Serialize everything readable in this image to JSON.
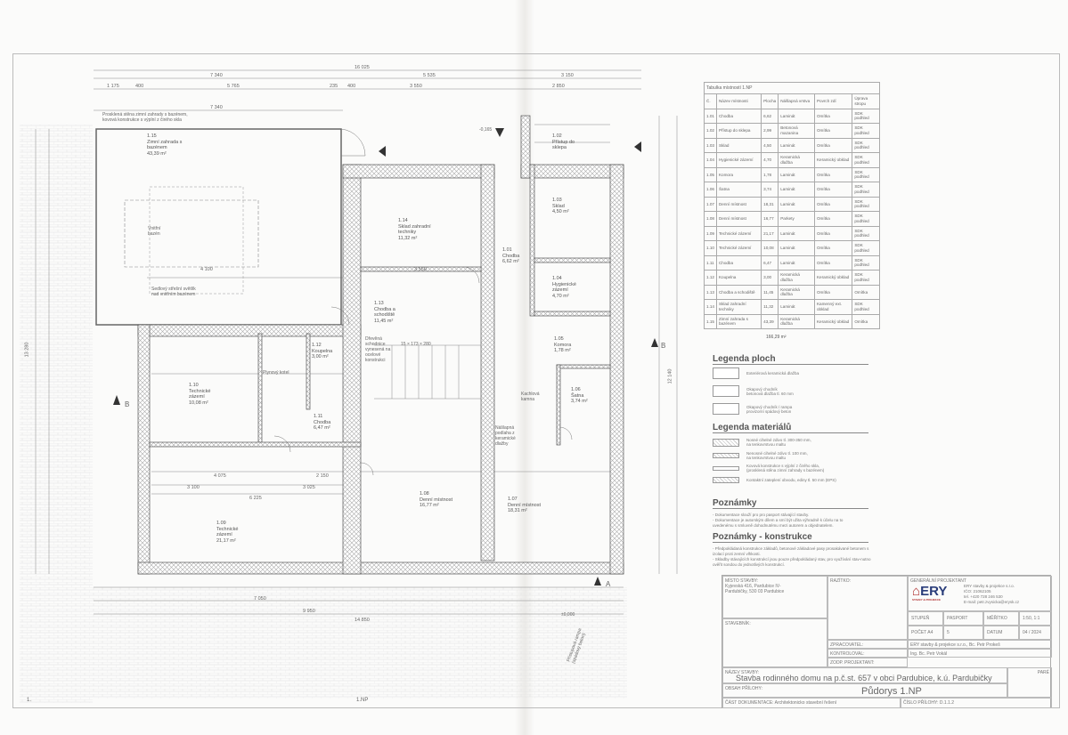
{
  "drawing": {
    "sheet_label": "1.NP",
    "page_marker_left": "1.",
    "section_marker": "B",
    "section_marker_a": "A"
  },
  "dimensions": {
    "overall": "16 025",
    "left": "7 340",
    "mid": "5 535",
    "right": "3 150",
    "a": "1 175",
    "b": "400",
    "c": "5 765",
    "d": "235",
    "e": "400",
    "f": "3 550",
    "g": "2 850",
    "h": "7 340",
    "i": "4 100",
    "j": "3 550",
    "k": "6 225",
    "l": "4 075",
    "m": "2 150",
    "n": "3 100",
    "o": "3 025",
    "p": "9 950",
    "q": "14 850",
    "r": "7 050",
    "s": "13 280",
    "t": "12 140"
  },
  "plan_notes": {
    "glass_wall": "Prosklená stěna zimní zahrady s bazénem,\nkovová konstrukce s výplní z čirého skla",
    "skylight": "Sedlový střešní světlík\nnad vnitřním bazénem",
    "pool": "Vnitřní\nbazén",
    "stairs": "Dřevěná\nschodnice\nvynesená na\nocelové\nkonstrukci",
    "stairs_count": "15 × 173 × 280",
    "boiler": "Plynový kotel",
    "tiles": "Nášlapná\npodlaha z\nkeramické\ndlažby",
    "fireplace": "Kachlová\nkamna",
    "ramp": "Přístupová rampa\n(spádový beton)",
    "lvl1": "±0,000",
    "lvl2": "-0,165"
  },
  "rooms": [
    {
      "no": "1.15",
      "name": "Zimní zahrada s\nbazénem",
      "area": "43,39 m²"
    },
    {
      "no": "1.14",
      "name": "Sklad zahradní\ntechniky",
      "area": "11,32 m²"
    },
    {
      "no": "1.13",
      "name": "Chodba a\nschodiště",
      "area": "11,45 m²"
    },
    {
      "no": "1.01",
      "name": "Chodba",
      "area": "6,62 m²"
    },
    {
      "no": "1.02",
      "name": "Přístup do\nsklepa",
      "area": ""
    },
    {
      "no": "1.03",
      "name": "Sklad",
      "area": "4,50 m²"
    },
    {
      "no": "1.04",
      "name": "Hygienické\nzázemí",
      "area": "4,70 m²"
    },
    {
      "no": "1.05",
      "name": "Komora",
      "area": "1,78 m²"
    },
    {
      "no": "1.06",
      "name": "Šatna",
      "area": "3,74 m²"
    },
    {
      "no": "1.07",
      "name": "Denní místnost",
      "area": "18,31 m²"
    },
    {
      "no": "1.08",
      "name": "Denní místnost",
      "area": "16,77 m²"
    },
    {
      "no": "1.09",
      "name": "Technické\nzázemí",
      "area": "21,17 m²"
    },
    {
      "no": "1.10",
      "name": "Technické\nzázemí",
      "area": "10,08 m²"
    },
    {
      "no": "1.11",
      "name": "Chodba",
      "area": "6,47 m²"
    },
    {
      "no": "1.12",
      "name": "Koupelna",
      "area": "3,00 m²"
    }
  ],
  "room_table": {
    "title": "Tabulka místností 1.NP",
    "headers": [
      "Č.",
      "Název místnosti",
      "Plocha",
      "Nášlapná vrstva",
      "Povrch zdí",
      "Úprava stropu"
    ],
    "rows": [
      [
        "1.01",
        "Chodba",
        "6,62",
        "Laminát",
        "Omítka",
        "SDK podhled"
      ],
      [
        "1.02",
        "Přístup do sklepa",
        "2,99",
        "Betonová mazanina",
        "Omítka",
        "SDK podhled"
      ],
      [
        "1.03",
        "Sklad",
        "4,50",
        "Laminát",
        "Omítka",
        "SDK podhled"
      ],
      [
        "1.04",
        "Hygienické zázemí",
        "4,70",
        "Keramická dlažba",
        "Keramický obklad",
        "SDK podhled"
      ],
      [
        "1.05",
        "Komora",
        "1,78",
        "Laminát",
        "Omítka",
        "SDK podhled"
      ],
      [
        "1.06",
        "Šatna",
        "3,74",
        "Laminát",
        "Omítka",
        "SDK podhled"
      ],
      [
        "1.07",
        "Denní místnost",
        "18,31",
        "Laminát",
        "Omítka",
        "SDK podhled"
      ],
      [
        "1.08",
        "Denní místnost",
        "16,77",
        "Parkety",
        "Omítka",
        "SDK podhled"
      ],
      [
        "1.09",
        "Technické zázemí",
        "21,17",
        "Laminát",
        "Omítka",
        "SDK podhled"
      ],
      [
        "1.10",
        "Technické zázemí",
        "10,08",
        "Laminát",
        "Omítka",
        "SDK podhled"
      ],
      [
        "1.11",
        "Chodba",
        "6,47",
        "Laminát",
        "Omítka",
        "SDK podhled"
      ],
      [
        "1.12",
        "Koupelna",
        "3,00",
        "Keramická dlažba",
        "Keramický obklad",
        "SDK podhled"
      ],
      [
        "1.13",
        "Chodba a schodiště",
        "11,45",
        "Keramická dlažba",
        "Omítka",
        "Omítka"
      ],
      [
        "1.14",
        "Sklad zahradní techniky",
        "11,32",
        "Laminát",
        "Kamenný ext. obklad",
        "SDK podhled"
      ],
      [
        "1.15",
        "Zimní zahrada s bazénem",
        "43,39",
        "Keramická dlažba",
        "Keramický obklad",
        "Omítka"
      ]
    ],
    "total": "166,29 m²"
  },
  "legend_areas": {
    "title": "Legenda ploch",
    "items": [
      "Exteriérová keramická dlažba",
      "Okapový chodník\nbetonová dlažba tl. 60 mm",
      "Okapový chodník / rampa\nprovizorní spádový beton"
    ]
  },
  "legend_materials": {
    "title": "Legenda materiálů",
    "items": [
      "Nosné cihelné zdivo tl. 300-350 mm,\nna tenkovrstvou maltu",
      "Nenosné cihelné zdivo tl. 100 mm,\nna tenkovrstvou maltu",
      "Kovová konstrukce s výplní z čirého skla,\n(prosklená stěna zimní zahrady s bazénem)",
      "Kontaktní zateplení obvodu, ediny tl. 50 mm (EPS)"
    ]
  },
  "notes": {
    "title": "Poznámky",
    "items": "- Dokumentace slouží pro pro pasport stávající stavby.\n- Dokumentace je autorským dílem a smí být užita výhradně k účelu na to\n  uvedenému s smluvně dohodnutému mezi autorem a objednatelem."
  },
  "notes_construction": {
    "title": "Poznámky - konstrukce",
    "items": "- Předpokládaná konstrukce základů, betonové základové pasy prosakávané betonem s\n  izolací proti zemní vlhkosti.\n- Skladby stávajících konstrukcí jsou pouze předpokládaný stav, pro využívání stav-nutno\n  ověřit sondou do jednotlivých konstrukcí."
  },
  "title_block": {
    "site_label": "MÍSTO STAVBY:",
    "site": "Kyjevská 416, Pardubice IV-\nPardubičky, 530 03 Pardubice",
    "stamp_label": "RAZÍTKO:",
    "designer_label": "GENERÁLNÍ PROJEKTANT",
    "company": "ERY stavby & projekce s.r.o.",
    "ico": "IČO: 21062105",
    "tel": "tel. +420 728 246 530",
    "email": "E-mail: petr.zvysicka@erysk.cz",
    "logo_text": "ERY",
    "logo_sub": "STAVBY & PROJEKCE",
    "stage_label": "STUPEŇ",
    "stage": "PASPORT",
    "scale_label": "MĚŘÍTKO",
    "scale": "1:50, 1:1",
    "count_label": "POČET A4",
    "count": "5",
    "date_label": "DATUM",
    "date": "04 / 2024",
    "investor_label": "STAVEBNÍK:",
    "prepared_label": "ZPRACOVATEL:",
    "prepared": "ERY stavby & projekce s.r.o., Bc. Petr Prokeš",
    "checked_label": "KONTROLOVAL:",
    "checked": "Ing. Bc. Petr Vokál",
    "responsible_label": "ZODP. PROJEKTANT:",
    "project_label": "NÁZEV STAVBY:",
    "project": "Stavba rodinného domu na p.č.st. 657 v obci Pardubice, k.ú. Pardubičky",
    "pare_label": "PARÉ",
    "content_label": "OBSAH PŘÍLOHY:",
    "content": "Půdorys 1.NP",
    "part_label": "ČÁST DOKUMENTACE:",
    "part": "Architektonicko stavební řešení",
    "num_label": "ČÍSLO PŘÍLOHY:",
    "num": "D.1.1.2"
  },
  "colors": {
    "wall_hatch": "#cfcfcf",
    "line": "#555",
    "paper": "#fbfbfa",
    "logo_red": "#b03030",
    "logo_blue": "#2a3d7a"
  }
}
